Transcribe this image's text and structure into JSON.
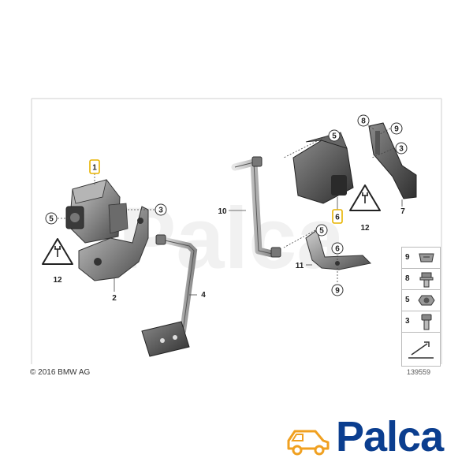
{
  "diagram": {
    "callouts": [
      "1",
      "2",
      "3",
      "4",
      "5",
      "6",
      "7",
      "8",
      "9",
      "10",
      "11",
      "12"
    ],
    "labels": {
      "p1": "1",
      "p2": "2",
      "p3": "3",
      "p4": "4",
      "p5": "5",
      "p6": "6",
      "p7": "7",
      "p8": "8",
      "p9": "9",
      "p10": "10",
      "p11": "11",
      "p12": "12"
    },
    "copyright": "© 2016 BMW AG",
    "reference_number": "139559",
    "highlight_color": "#e8b400"
  },
  "legend": {
    "items": [
      {
        "number": "9",
        "icon": "clip-nut-icon"
      },
      {
        "number": "8",
        "icon": "flange-bolt-icon"
      },
      {
        "number": "5",
        "icon": "hex-nut-icon"
      },
      {
        "number": "3",
        "icon": "hex-screw-icon"
      },
      {
        "number": "",
        "icon": "sheet-arrow-icon"
      }
    ]
  },
  "brand": {
    "name": "Palca",
    "color": "#0b3e8f",
    "accent": "#f0a020"
  }
}
